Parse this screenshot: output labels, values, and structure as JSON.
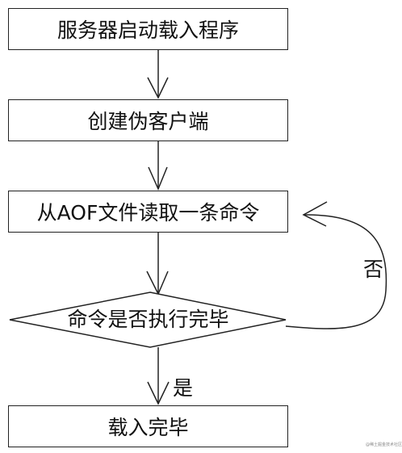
{
  "nodes": {
    "start": "服务器启动载入程序",
    "fake_client": "创建伪客户端",
    "read_command": "从AOF文件读取一条命令",
    "decision": "命令是否执行完毕",
    "done": "载入完毕"
  },
  "edge_labels": {
    "no": "否",
    "yes": "是"
  },
  "watermark": "@稀土掘金技术社区"
}
